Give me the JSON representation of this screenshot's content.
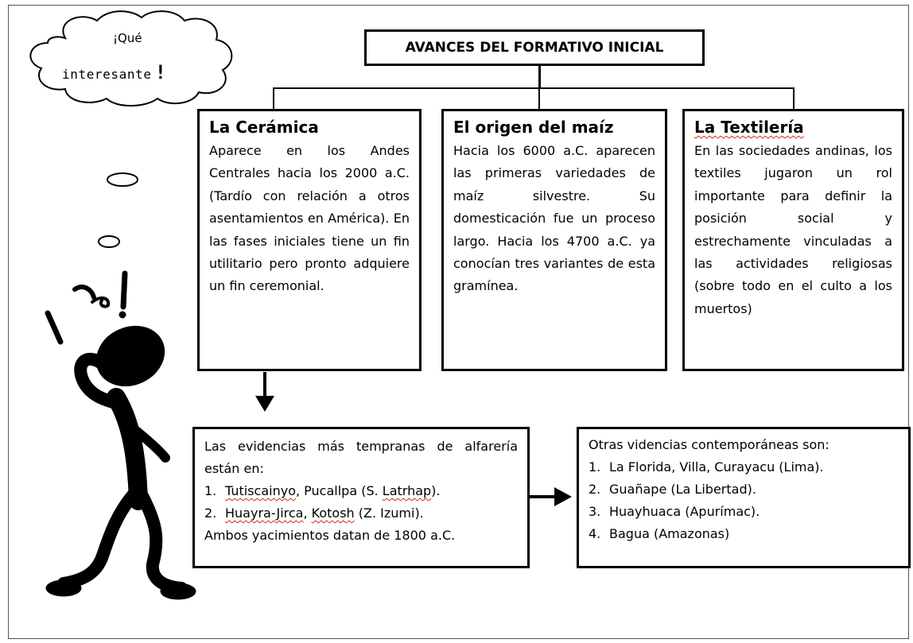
{
  "bubble": {
    "line1": "¡Qué",
    "line2": "interesante",
    "exclaim": "!"
  },
  "title": "AVANCES DEL FORMATIVO INICIAL",
  "cards": [
    {
      "heading": "La Cerámica",
      "text": "Aparece en los Andes Centrales hacia los 2000 a.C. (Tardío con relación a otros asentamientos en América). En las fases iniciales tiene un fin utilitario pero pronto adquiere un fin ceremonial."
    },
    {
      "heading": "El origen del maíz",
      "text": "Hacia los 6000 a.C. aparecen las primeras variedades de maíz silvestre. Su domesticación fue un proceso largo. Hacia los 4700 a.C. ya conocían tres variantes de esta gramínea."
    },
    {
      "heading": "La Textilería",
      "text": "En las sociedades andinas, los textiles jugaron un rol importante para definir la posición social y estrechamente vinculadas a las actividades religiosas (sobre todo en el culto a los muertos)"
    }
  ],
  "evidence": {
    "intro": "Las evidencias más tempranas de alfarería están en:",
    "items": [
      {
        "num": "1.",
        "name": "Tutiscainyo",
        "rest": ", Pucallpa (S. ",
        "name2": "Latrhap",
        "tail": ")."
      },
      {
        "num": "2.",
        "name": "Huayra-Jirca",
        "rest": ", ",
        "name2": "Kotosh",
        "tail": " (Z. Izumi)."
      }
    ],
    "footer": "Ambos yacimientos datan de 1800 a.C."
  },
  "others": {
    "intro": "Otras videncias contemporáneas son:",
    "items": [
      {
        "num": "1.",
        "text": "La Florida, Villa, Curayacu (Lima)."
      },
      {
        "num": "2.",
        "text": "Guañape (La Libertad)."
      },
      {
        "num": "3.",
        "text": "Huayhuaca (Apurímac)."
      },
      {
        "num": "4.",
        "text": "Bagua (Amazonas)"
      }
    ]
  }
}
